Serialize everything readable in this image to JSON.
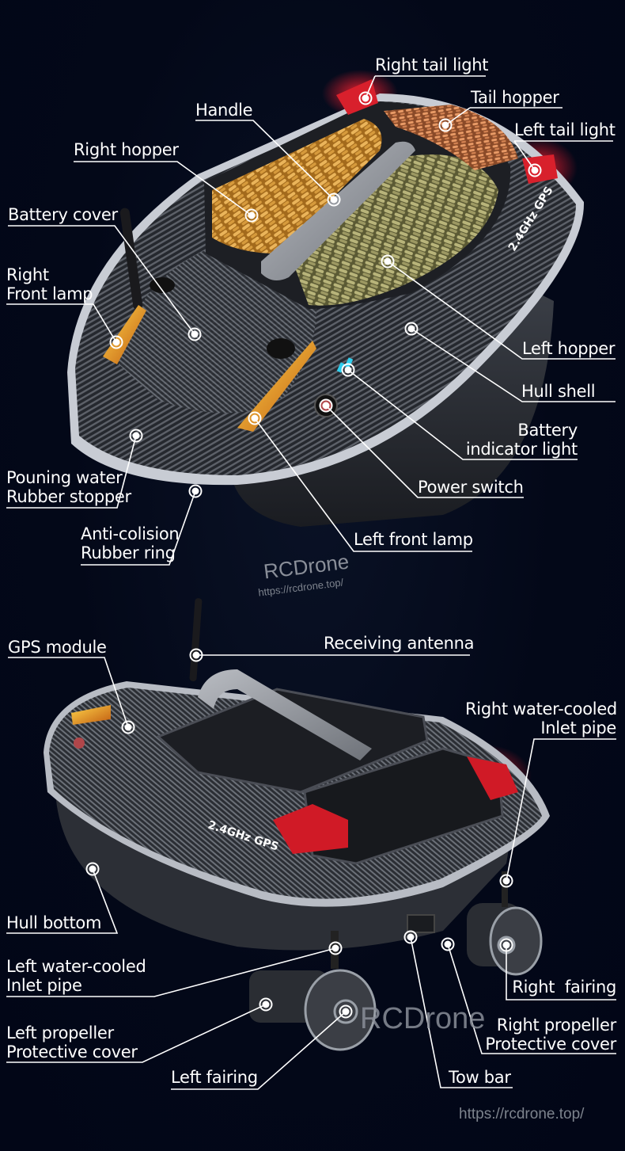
{
  "figure": {
    "subject": "GPS bait boat",
    "background_color": "#020617",
    "accent_colors": {
      "carbon": "#2a2d33",
      "pellets_orange": "#e0a43c",
      "pellets_green": "#a8a56a",
      "tail_light_red": "#e0101c",
      "front_lamp_amber": "#f2b322",
      "battery_indicator_cyan": "#2fd0f0",
      "leader_line": "#ffffff"
    },
    "hull_text": "2.4GHz GPS"
  },
  "top_view": {
    "labels": [
      {
        "id": "right-tail-light",
        "lines": [
          "Right tail light"
        ]
      },
      {
        "id": "tail-hopper",
        "lines": [
          "Tail hopper"
        ]
      },
      {
        "id": "handle",
        "lines": [
          "Handle"
        ]
      },
      {
        "id": "left-tail-light",
        "lines": [
          "Left tail light"
        ]
      },
      {
        "id": "right-hopper",
        "lines": [
          "Right hopper"
        ]
      },
      {
        "id": "battery-cover",
        "lines": [
          "Battery cover"
        ]
      },
      {
        "id": "right-front-lamp",
        "lines": [
          "Right",
          "Front lamp"
        ]
      },
      {
        "id": "left-hopper",
        "lines": [
          "Left hopper"
        ]
      },
      {
        "id": "hull-shell",
        "lines": [
          "Hull shell"
        ]
      },
      {
        "id": "battery-indicator-light",
        "lines": [
          "Battery",
          "indicator light"
        ]
      },
      {
        "id": "pouring-water-rubber-stopper",
        "lines": [
          "Pouning water",
          "Rubber stopper"
        ]
      },
      {
        "id": "power-switch",
        "lines": [
          "Power switch"
        ]
      },
      {
        "id": "anti-collision-rubber-ring",
        "lines": [
          "Anti-colision",
          "Rubber ring"
        ]
      },
      {
        "id": "left-front-lamp",
        "lines": [
          "Left front lamp"
        ]
      }
    ]
  },
  "bottom_view": {
    "labels": [
      {
        "id": "gps-module",
        "lines": [
          "GPS module"
        ]
      },
      {
        "id": "receiving-antenna",
        "lines": [
          "Receiving antenna"
        ]
      },
      {
        "id": "right-water-cooled-inlet-pipe",
        "lines": [
          "Right water-cooled",
          "Inlet pipe"
        ]
      },
      {
        "id": "hull-bottom",
        "lines": [
          "Hull bottom"
        ]
      },
      {
        "id": "left-water-cooled-inlet-pipe",
        "lines": [
          "Left water-cooled",
          "Inlet pipe"
        ]
      },
      {
        "id": "right-fairing",
        "lines": [
          "Right  fairing"
        ]
      },
      {
        "id": "left-propeller-protective-cover",
        "lines": [
          "Left propeller",
          "Protective cover"
        ]
      },
      {
        "id": "right-propeller-protective-cover",
        "lines": [
          "Right propeller",
          "Protective cover"
        ]
      },
      {
        "id": "left-fairing",
        "lines": [
          "Left fairing"
        ]
      },
      {
        "id": "tow-bar",
        "lines": [
          "Tow bar"
        ]
      }
    ]
  },
  "watermarks": [
    {
      "brand": "RCDrone",
      "url": "https://rcdrone.top/"
    },
    {
      "brand": "RCDrone"
    },
    {
      "url": "https://rcdrone.top/"
    }
  ]
}
